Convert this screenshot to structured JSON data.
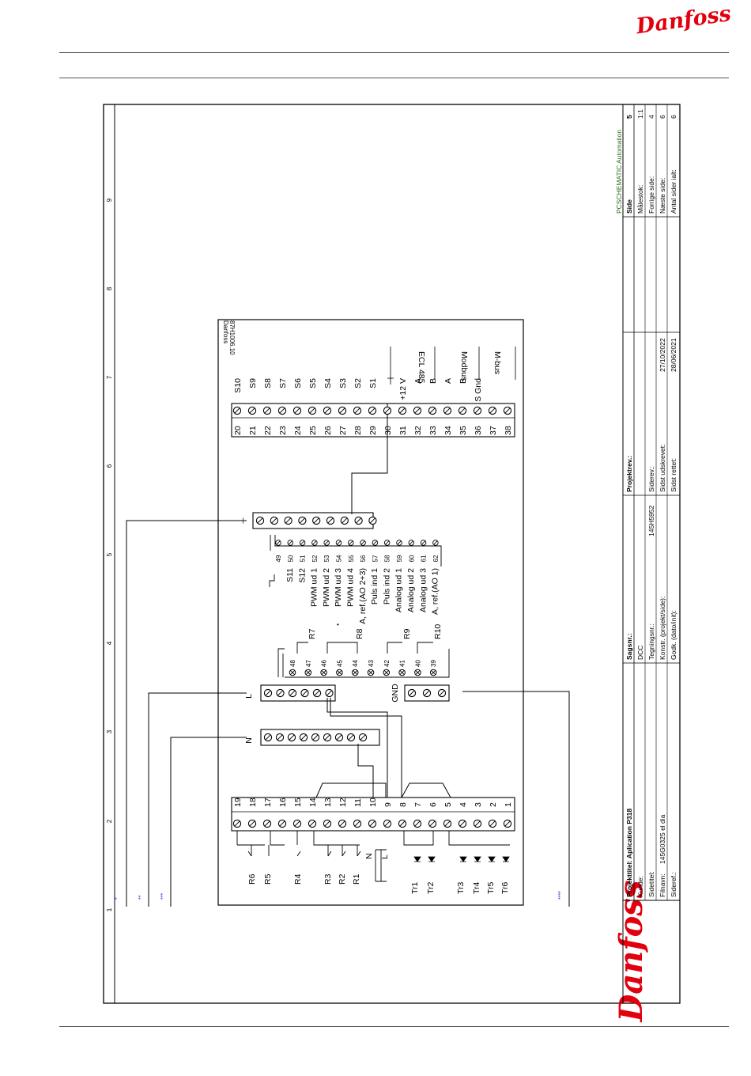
{
  "brand": {
    "name": "Danfoss",
    "color": "#e2000f",
    "icon": "danfoss-logo"
  },
  "sheet": {
    "column_numbers": [
      "1",
      "2",
      "3",
      "4",
      "5",
      "6",
      "7",
      "8",
      "9"
    ],
    "markers": [
      "*",
      "**",
      "***",
      "****"
    ],
    "diagram": {
      "code": "87H1006.10",
      "code_brand": "Danfoss",
      "left_terminals": [
        "19",
        "18",
        "17",
        "16",
        "15",
        "14",
        "13",
        "12",
        "11",
        "10",
        "9",
        "8",
        "7",
        "6",
        "5",
        "4",
        "3",
        "2",
        "1"
      ],
      "left_labels": [
        "R6",
        "R5",
        "R4",
        "R3",
        "R2",
        "R1",
        "N",
        "L",
        "Tr1",
        "Tr2",
        "Tr3",
        "Tr4",
        "Tr5",
        "Tr6"
      ],
      "right_terminals": [
        "20",
        "21",
        "22",
        "23",
        "24",
        "25",
        "26",
        "27",
        "28",
        "29",
        "30",
        "31",
        "32",
        "33",
        "34",
        "35",
        "36",
        "37",
        "38"
      ],
      "right_labels": [
        "S10",
        "S9",
        "S8",
        "S7",
        "S6",
        "S5",
        "S4",
        "S3",
        "S2",
        "S1",
        "+12 V",
        "A",
        "B",
        "A",
        "B",
        "S Gnd"
      ],
      "bus_labels": [
        "ECL 485",
        "Modbus",
        "M-bus"
      ],
      "relay_terminals": [
        "48",
        "47",
        "46",
        "45",
        "44",
        "43",
        "42",
        "41",
        "40",
        "39"
      ],
      "relay_labels": [
        "R7",
        "R8",
        "R9",
        "R10"
      ],
      "io_terminals": [
        "49",
        "50",
        "51",
        "52",
        "53",
        "54",
        "55",
        "56",
        "57",
        "58",
        "59",
        "60",
        "61",
        "62"
      ],
      "io_labels": [
        "S11",
        "S12",
        "PWM ud 1",
        "PWM ud 2",
        "PWM ud 3",
        "PWM ud 4",
        "A, ref.(AO 2+3)",
        "Puls ind 1",
        "Puls ind 2",
        "Analog ud 1",
        "Analog ud 2",
        "Analog ud 3",
        "A, ref.(AO 1)"
      ],
      "rails": {
        "n": "N",
        "l": "L",
        "gnd": "GND",
        "t": "⊥"
      }
    },
    "title_block": {
      "company": "PCSCHEMATIC Automation",
      "project_title": "Projekttitel: Aplication P318",
      "row_labels": [
        "Kunde:",
        "Sidetitel:",
        "Filnavn:",
        "Sideref.:"
      ],
      "filename": "145G0325 el dia",
      "sagsnr_label": "Sagsnr.:",
      "dcc_label": "DCC",
      "tegningsnr_label": "Tegningsnr.:",
      "tegningsnr": "145H5952",
      "konstr_label": "Konstr. (projekt/side):",
      "godk_label": "Godk. (dato/init):",
      "projektrev_label": "Projektrev.:",
      "siderev_label": "Siderev.:",
      "sidst_udskrevet_label": "Sidst udskrevet:",
      "sidst_udskrevet": "27/10/2022",
      "sidst_rettet_label": "Sidst rettet:",
      "sidst_rettet": "28/06/2021",
      "side_label": "Side",
      "side": "5",
      "malestok_label": "Målestok:",
      "malestok": "1:1",
      "forrige_label": "Forrige side:",
      "forrige": "4",
      "naeste_label": "Næste side:",
      "naeste": "6",
      "antal_label": "Antal sider ialt:",
      "antal": "6"
    }
  }
}
